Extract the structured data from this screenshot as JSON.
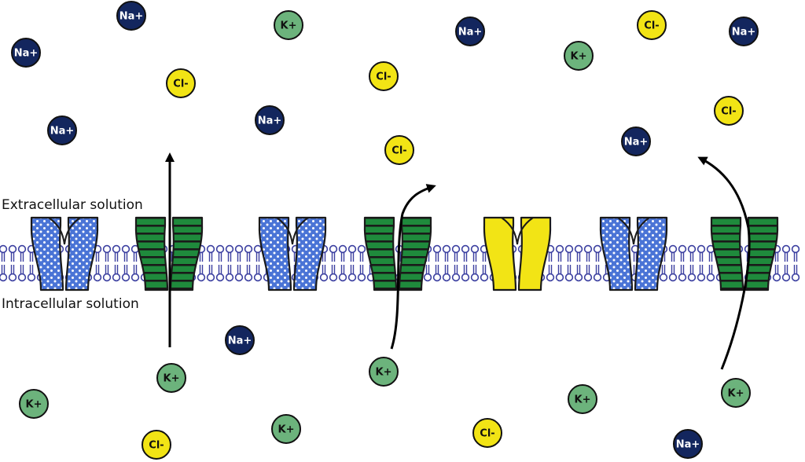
{
  "regions": {
    "extracellular": "Extracellular solution",
    "intracellular": "Intracellular solution"
  },
  "colors": {
    "na_fill": "#13265e",
    "k_fill": "#6cb37c",
    "cl_fill": "#f2e415",
    "membrane": "#3b3fa0",
    "na_channel": "#4a74d6",
    "k_channel": "#1f8a3c",
    "cl_channel": "#f2e415"
  },
  "ions": {
    "na": "Na+",
    "k": "K+",
    "cl": "Cl-"
  }
}
